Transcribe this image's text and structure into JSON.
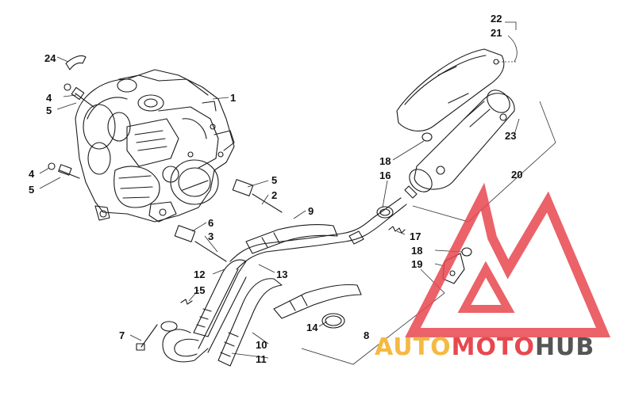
{
  "callouts": {
    "c1": "1",
    "c2": "2",
    "c3": "3",
    "c4a": "4",
    "c4b": "4",
    "c5a": "5",
    "c5b": "5",
    "c5c": "5",
    "c6": "6",
    "c7": "7",
    "c8": "8",
    "c9": "9",
    "c10": "10",
    "c11": "11",
    "c12": "12",
    "c13": "13",
    "c14": "14",
    "c15": "15",
    "c16": "16",
    "c17": "17",
    "c18a": "18",
    "c18b": "18",
    "c19": "19",
    "c20": "20",
    "c21": "21",
    "c22": "22",
    "c23": "23",
    "c24": "24"
  },
  "watermark": {
    "part1": "AUTO",
    "part2": "MOTO",
    "part3": "HUB",
    "colors": {
      "logo": "#e8474f",
      "auto": "#f5b942",
      "moto": "#e8474f",
      "hub": "#555555"
    }
  }
}
